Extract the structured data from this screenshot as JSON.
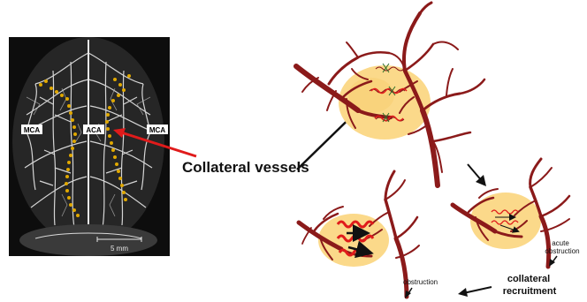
{
  "photo": {
    "labels": {
      "mca_left": "MCA",
      "aca": "ACA",
      "mca_right": "MCA",
      "scale_bar": "5 mm"
    }
  },
  "callout": {
    "label": "Collateral vessels",
    "color": "#e01b1b"
  },
  "sequence": {
    "acute_obstruction": [
      "acute",
      "obstruction"
    ],
    "obstruction": "obstruction",
    "collateral_recruitment": [
      "collateral",
      "recruitment"
    ]
  },
  "colors": {
    "vessel": "#8b1a1a",
    "territory": "#fbd98a",
    "collateral_dot": "#e0a800",
    "recruited": "#e01b1b",
    "photo_bg": "#0d0d0d",
    "photo_vessel": "#e8e8e8",
    "arrow": "#111111"
  }
}
